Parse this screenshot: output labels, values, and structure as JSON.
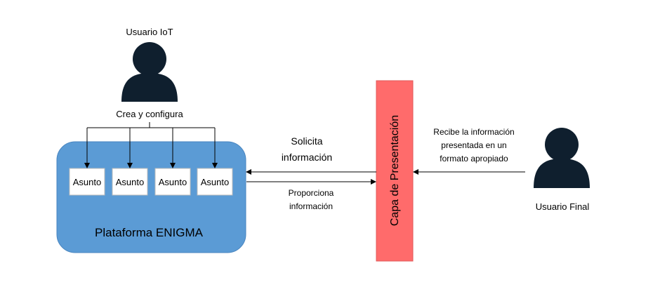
{
  "iot_user": {
    "label": "Usuario IoT",
    "action": "Crea y configura"
  },
  "platform": {
    "label": "Plataforma ENIGMA",
    "items": [
      "Asunto",
      "Asunto",
      "Asunto",
      "Asunto"
    ]
  },
  "flows": {
    "request": [
      "Solicita",
      "información"
    ],
    "provide": [
      "Proporciona",
      "información"
    ],
    "receive": [
      "Recibe la información",
      "presentada en un",
      "formato apropiado"
    ]
  },
  "presentation_layer": {
    "label": "Capa de Presentación"
  },
  "end_user": {
    "label": "Usuario Final"
  },
  "colors": {
    "platform": "#5b9bd5",
    "presentation_layer": "#ff6b6b",
    "user_icon": "#0f1f2e",
    "lines": "#000000"
  }
}
